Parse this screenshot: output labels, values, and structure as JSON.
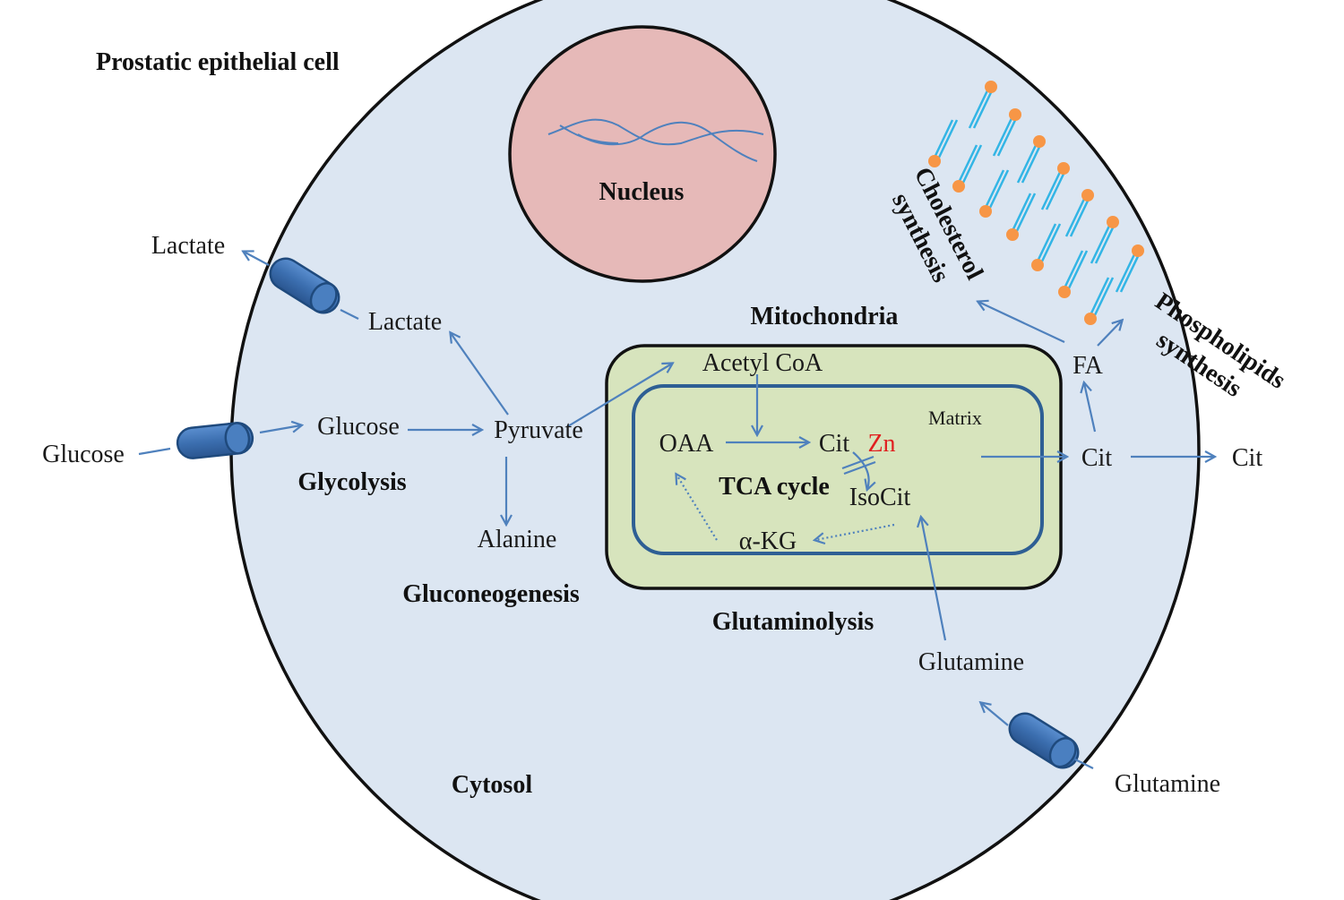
{
  "colors": {
    "cell_fill": "#dce6f2",
    "nucleus_fill": "#e6b9b8",
    "mito_fill": "#d7e4bd",
    "matrix_border": "#2e5f94",
    "arrow": "#4f81bd",
    "transporter": "#3c6fb0",
    "lipid_head": "#f79646",
    "lipid_tail": "#33b5e5",
    "zinc": "#e02020"
  },
  "titles": {
    "cell": "Prostatic epithelial cell",
    "nucleus": "Nucleus",
    "mitochondria": "Mitochondria",
    "matrix": "Matrix",
    "tca_cycle": "TCA cycle",
    "cytosol": "Cytosol"
  },
  "pathways": {
    "glycolysis": "Glycolysis",
    "gluconeogenesis": "Gluconeogenesis",
    "glutaminolysis": "Glutaminolysis",
    "cholesterol_line1": "Cholesterol",
    "cholesterol_line2": "synthesis",
    "phospholipids_line1": "Phospholipids",
    "phospholipids_line2": "synthesis"
  },
  "metabolites": {
    "lactate_out": "Lactate",
    "lactate_in": "Lactate",
    "glucose_out": "Glucose",
    "glucose_in": "Glucose",
    "pyruvate": "Pyruvate",
    "alanine": "Alanine",
    "acetyl_coa": "Acetyl CoA",
    "oaa": "OAA",
    "cit_matrix": "Cit",
    "zn": "Zn",
    "isocit": "IsoCit",
    "akg": "α-KG",
    "cit_cytosol": "Cit",
    "cit_out": "Cit",
    "fa": "FA",
    "glutamine_in": "Glutamine",
    "glutamine_out": "Glutamine"
  },
  "icons": {
    "transporter": "cylinder-transporter-icon",
    "dna": "dna-strand-icon",
    "lipid": "phospholipid-icon"
  }
}
